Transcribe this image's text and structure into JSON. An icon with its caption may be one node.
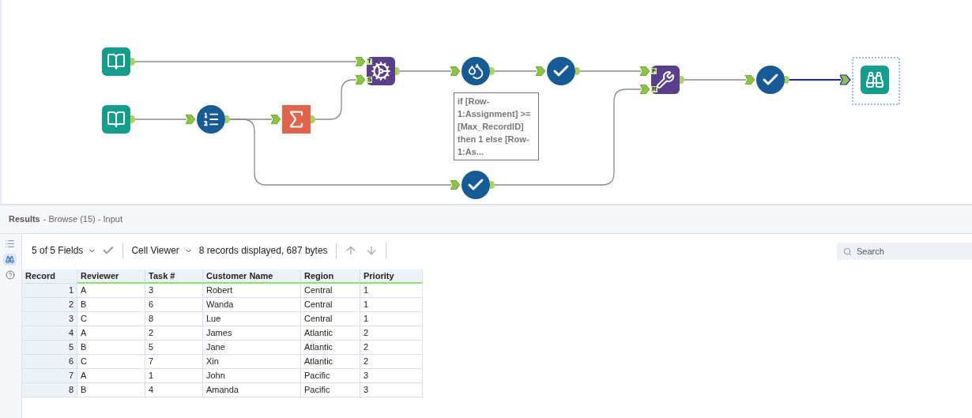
{
  "diagram": {
    "nodes": [
      {
        "text": [],
        "shape": "picture"
      },
      {
        "text": [],
        "shape": "picture"
      },
      {
        "text": [],
        "shape": "picture"
      },
      {
        "text": [],
        "shape": "picture"
      },
      {
        "text": [],
        "shape": "picture"
      },
      {
        "text": [],
        "shape": "picture",
        "beside": [
          "if [Row-1:Assignment] >= [Max_RecordID] then 1 else [Row-1:As..."
        ]
      },
      {
        "text": [],
        "shape": "picture"
      },
      {
        "text": [],
        "shape": "picture"
      },
      {
        "text": [],
        "shape": "picture"
      },
      {
        "text": [],
        "shape": "picture"
      },
      {
        "text": [],
        "shape": "picture"
      }
    ],
    "edges": [
      {
        "from": 0,
        "to": 4,
        "arrow": "to",
        "label": "T"
      },
      {
        "from": 1,
        "to": 2,
        "arrow": "to"
      },
      {
        "from": 2,
        "to": 3,
        "arrow": "to"
      },
      {
        "from": 3,
        "to": 4,
        "arrow": "to",
        "label": "S"
      },
      {
        "from": 4,
        "to": 5,
        "arrow": "to"
      },
      {
        "from": 5,
        "to": 6,
        "arrow": "to"
      },
      {
        "from": 6,
        "to": 7,
        "arrow": "to",
        "label": "F"
      },
      {
        "from": 2,
        "to": 10,
        "arrow": "to"
      },
      {
        "from": 10,
        "to": 7,
        "arrow": "to",
        "label": "R"
      },
      {
        "from": 7,
        "to": 8,
        "arrow": "to"
      },
      {
        "from": 8,
        "to": 9,
        "arrow": "to",
        "color": "#1f1fd6"
      }
    ],
    "labels": [
      "Results",
      "- Browse (15) - Input",
      "5 of 5 Fields",
      "Cell Viewer",
      "8 records displayed, 687 bytes",
      "Search",
      "Record",
      "Reviewer",
      "Task #",
      "Customer Name",
      "Region",
      "Priority",
      "1",
      "A",
      "3",
      "Robert",
      "Central",
      "1",
      "2",
      "B",
      "6",
      "Wanda",
      "Central",
      "1",
      "3",
      "C",
      "8",
      "Lue",
      "Central",
      "1",
      "4",
      "A",
      "2",
      "James",
      "Atlantic",
      "2",
      "5",
      "B",
      "5",
      "Jane",
      "Atlantic",
      "2",
      "6",
      "C",
      "7",
      "Xin",
      "Atlantic",
      "2",
      "7",
      "A",
      "1",
      "John",
      "Pacific",
      "3",
      "8",
      "B",
      "4",
      "Amanda",
      "Pacific",
      "3"
    ]
  }
}
